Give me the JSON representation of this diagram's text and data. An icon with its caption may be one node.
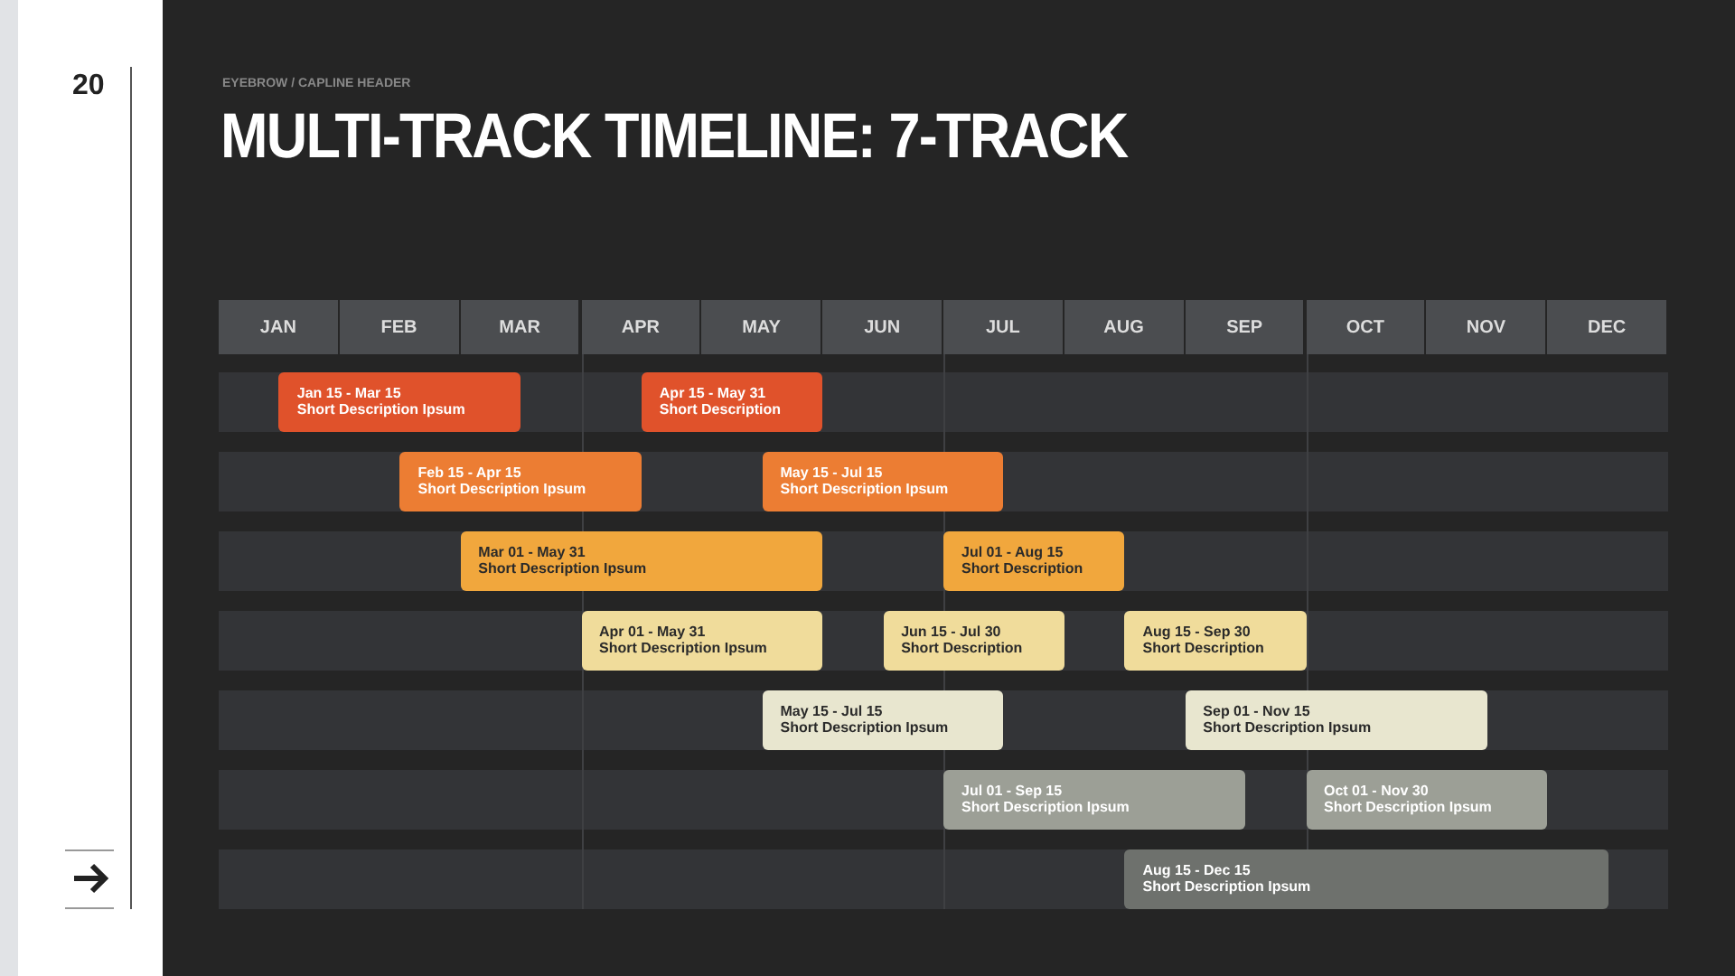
{
  "diagram": {
    "title": "MULTI-TRACK TIMELINE: 7-TRACK",
    "nodes": [
      {
        "text": [
          "Jan 15 - Mar 15",
          "Short Description Ipsum"
        ]
      },
      {
        "text": [
          "Apr 15 - May 31",
          "Short Description"
        ]
      },
      {
        "text": [
          "Feb 15 - Apr 15",
          "Short Description Ipsum"
        ]
      },
      {
        "text": [
          "May 15 - Jul 15",
          "Short Description Ipsum"
        ]
      },
      {
        "text": [
          "Mar 01 - May 31",
          "Short Description Ipsum"
        ]
      },
      {
        "text": [
          "Jul 01 - Aug 15",
          "Short Description"
        ]
      },
      {
        "text": [
          "Apr 01 - May 31",
          "Short Description Ipsum"
        ]
      },
      {
        "text": [
          "Jun 15 - Jul 30",
          "Short Description"
        ]
      },
      {
        "text": [
          "Aug 15 - Sep 30",
          "Short Description"
        ]
      },
      {
        "text": [
          "May 15 - Jul 15",
          "Short Description Ipsum"
        ]
      },
      {
        "text": [
          "Sep 01 - Nov 15",
          "Short Description Ipsum"
        ]
      },
      {
        "text": [
          "Jul 01 - Sep 15",
          "Short Description Ipsum"
        ]
      },
      {
        "text": [
          "Oct 01 - Nov 30",
          "Short Description Ipsum"
        ]
      },
      {
        "text": [
          "Aug 15 - Dec 15",
          "Short Description Ipsum"
        ]
      }
    ],
    "edges": [],
    "labels": [
      "20",
      "EYEBROW / CAPLINE HEADER",
      "JAN",
      "FEB",
      "MAR",
      "APR",
      "MAY",
      "JUN",
      "JUL",
      "AUG",
      "SEP",
      "OCT",
      "NOV",
      "DEC"
    ]
  }
}
